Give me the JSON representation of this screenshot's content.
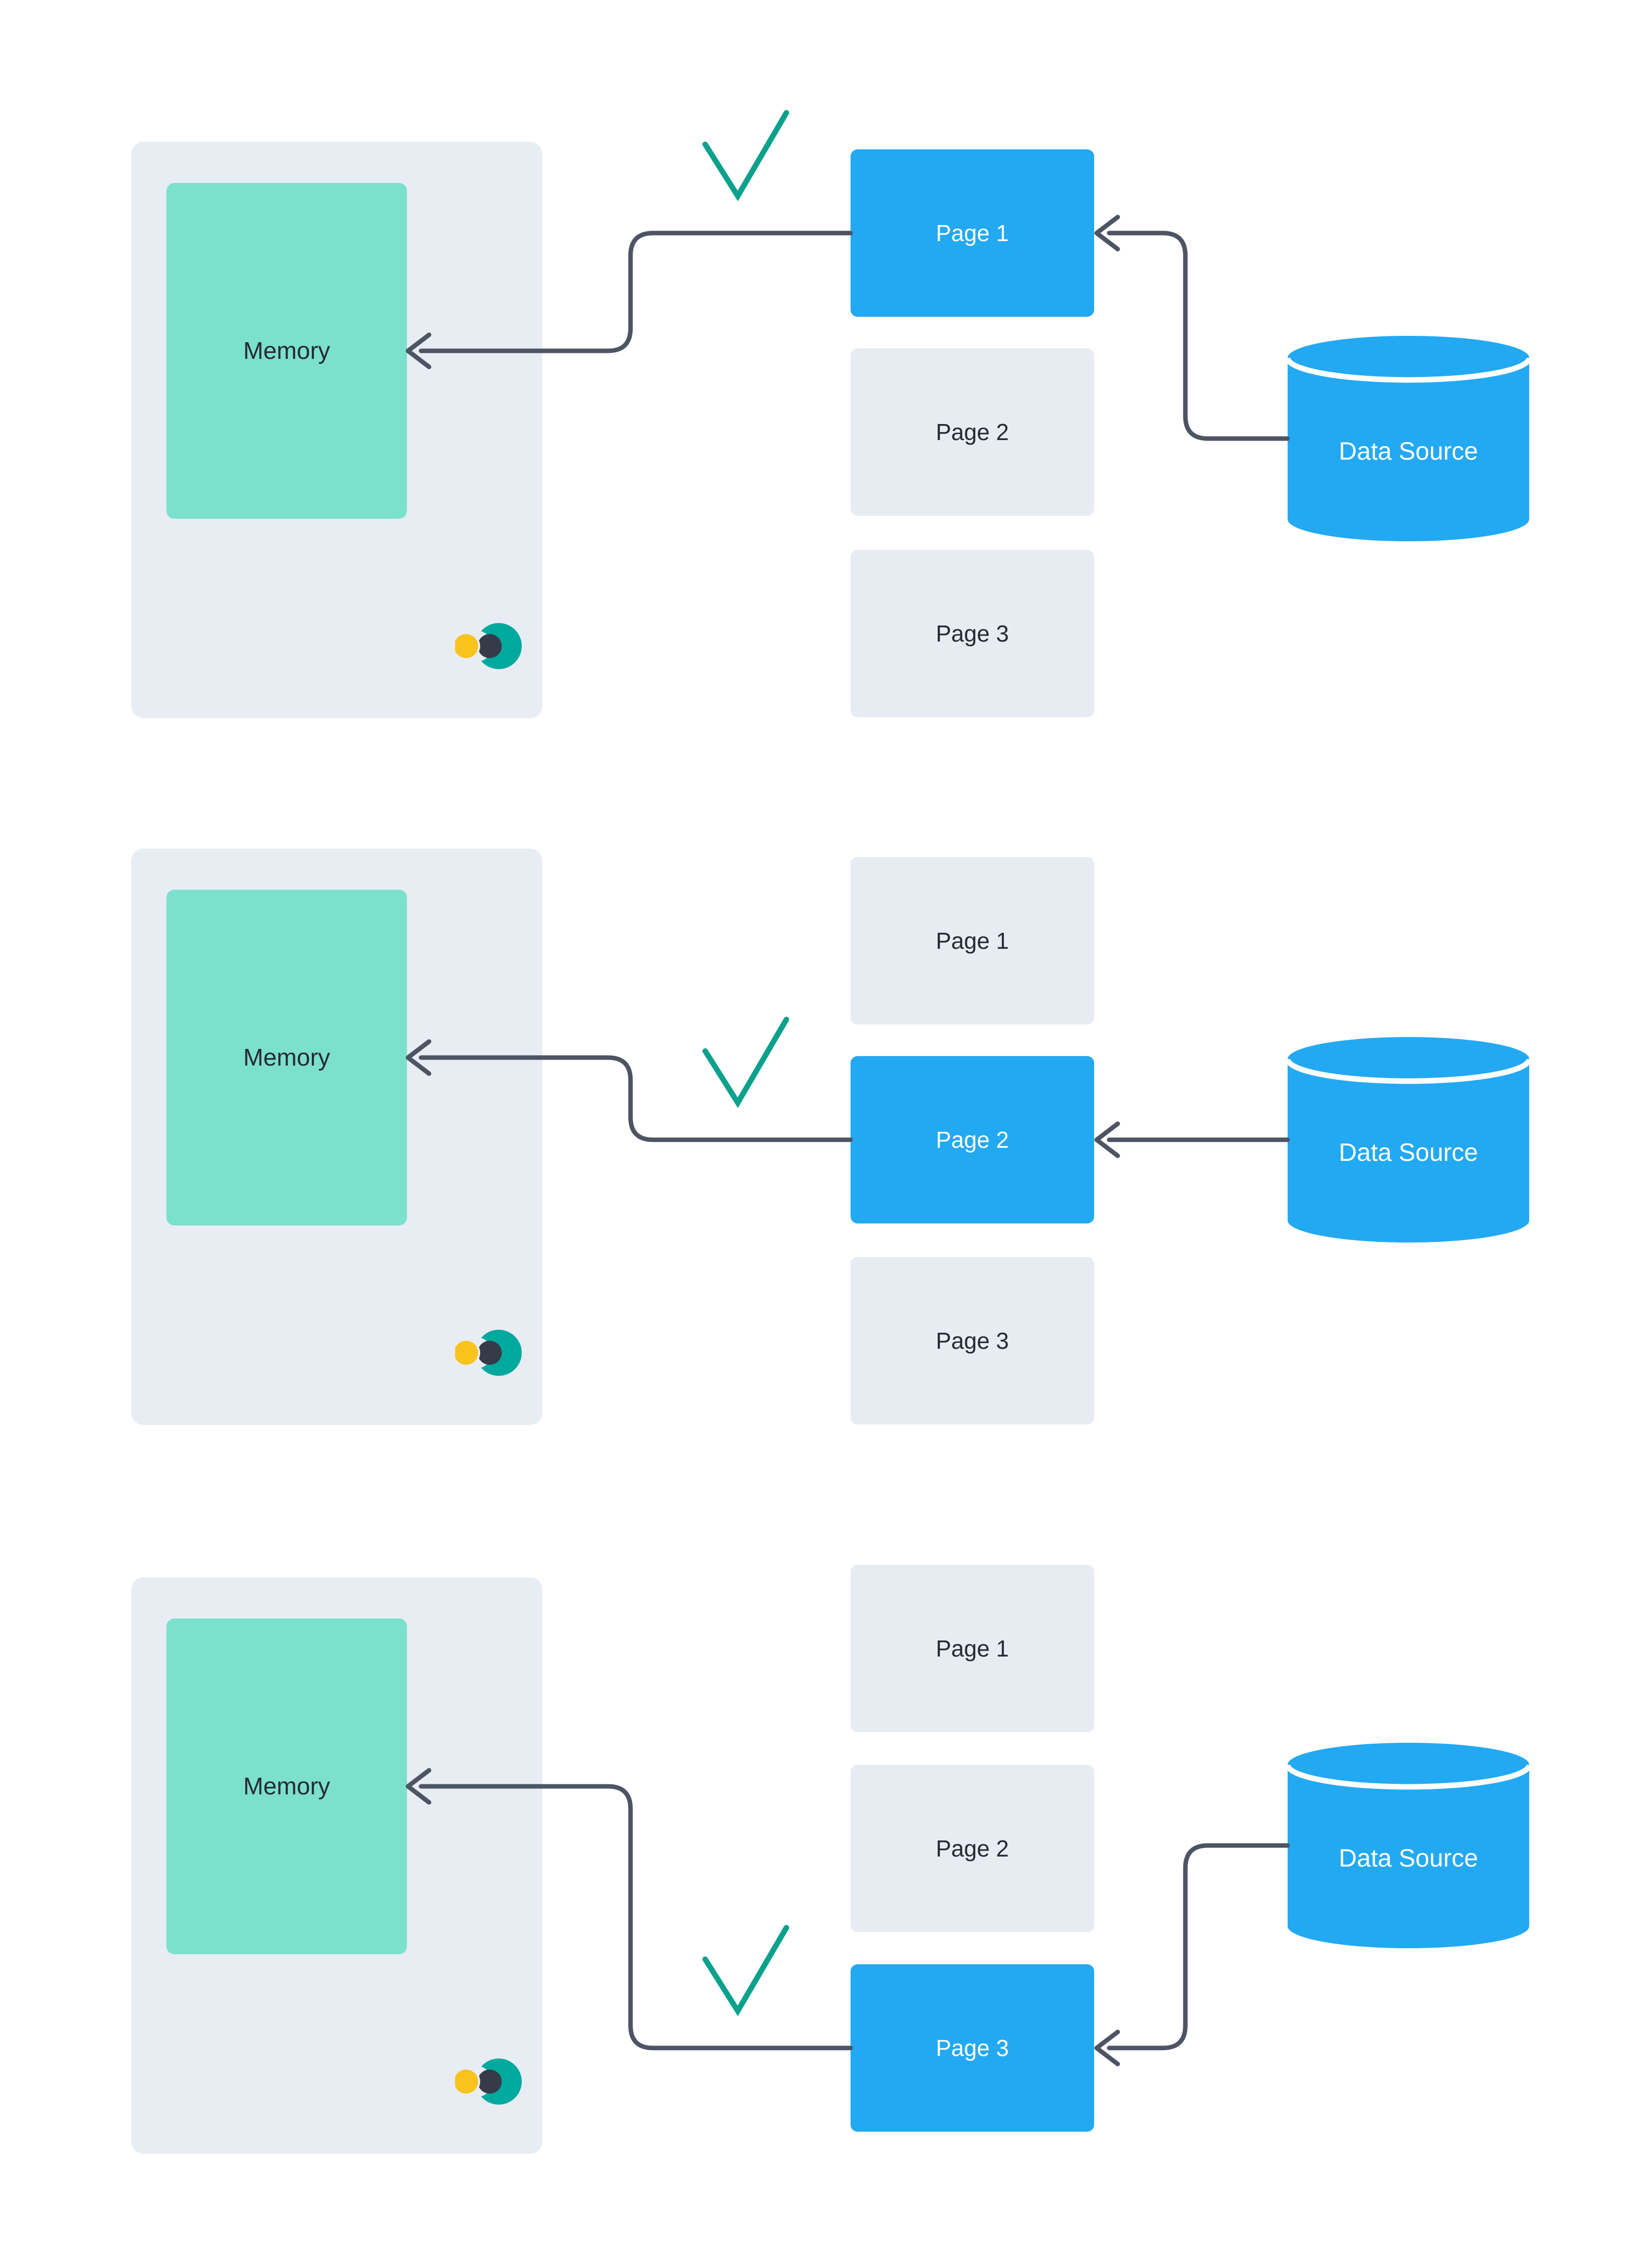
{
  "colors": {
    "accent_blue": "#23a9f2",
    "memory_teal": "#7ce1cc",
    "panel_gray": "#e8edf4",
    "page_gray": "#e7ebf2",
    "connector_slate": "#4d5464",
    "check_teal": "#0ba18c",
    "text_dark": "#252b34",
    "text_light": "#ffffff",
    "logo_yellow": "#f8c31c",
    "logo_navy": "#353b49",
    "logo_teal": "#00a99d",
    "canvas_white": "#ffffff"
  },
  "icons": {
    "check": "checkmark-icon",
    "logo": "eclipse-logo-icon",
    "arrowhead": "arrow-left-icon",
    "datasource": "database-cylinder-icon"
  },
  "rows": [
    {
      "memory_label": "Memory",
      "datasource_label": "Data Source",
      "pages": [
        {
          "label": "Page 1",
          "state": "active"
        },
        {
          "label": "Page 2",
          "state": "inactive"
        },
        {
          "label": "Page 3",
          "state": "inactive"
        }
      ]
    },
    {
      "memory_label": "Memory",
      "datasource_label": "Data Source",
      "pages": [
        {
          "label": "Page 1",
          "state": "inactive"
        },
        {
          "label": "Page 2",
          "state": "active"
        },
        {
          "label": "Page 3",
          "state": "inactive"
        }
      ]
    },
    {
      "memory_label": "Memory",
      "datasource_label": "Data Source",
      "pages": [
        {
          "label": "Page 1",
          "state": "inactive"
        },
        {
          "label": "Page 2",
          "state": "inactive"
        },
        {
          "label": "Page 3",
          "state": "active"
        }
      ]
    }
  ]
}
